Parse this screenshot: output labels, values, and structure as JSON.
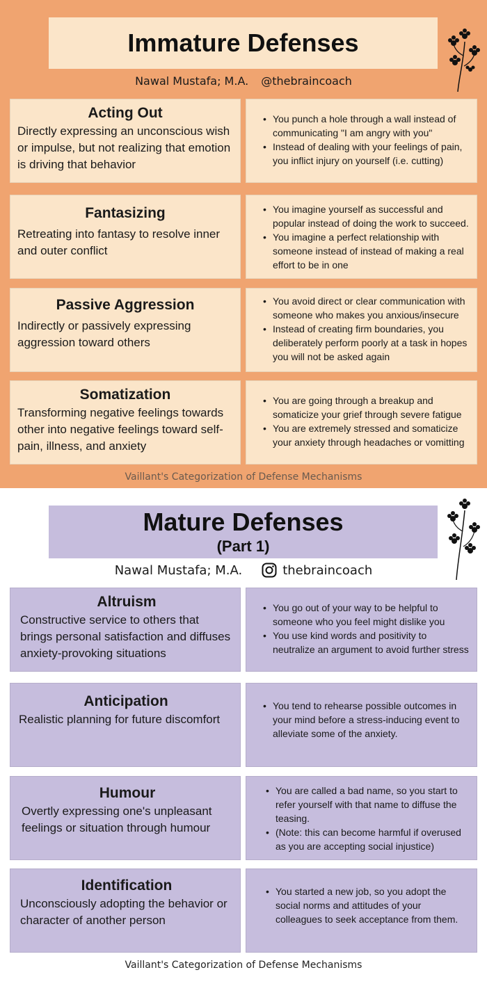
{
  "immature": {
    "title": "Immature Defenses",
    "author": "Nawal Mustafa; M.A.",
    "handle": "@thebraincoach",
    "footer": "Vaillant's Categorization of Defense Mechanisms",
    "bg_color": "#f0a470",
    "card_color": "#fbe5c9",
    "items": [
      {
        "name": "Acting Out",
        "description": "Directly expressing an unconscious wish or impulse, but not realizing that emotion is driving that behavior",
        "examples": [
          "You punch a hole through a wall instead of communicating \"I am angry with you\"",
          "Instead of dealing with your feelings of pain, you inflict injury on yourself (i.e. cutting)"
        ]
      },
      {
        "name": "Fantasizing",
        "description": "Retreating into fantasy to resolve inner and outer conflict",
        "examples": [
          "You imagine yourself as successful and popular instead of doing the work to succeed.",
          "You imagine a perfect relationship with someone instead of instead of making a real effort to be in one"
        ]
      },
      {
        "name": "Passive Aggression",
        "description": "Indirectly or passively expressing aggression toward others",
        "examples": [
          "You avoid direct or clear communication with someone who makes you anxious/insecure",
          "Instead of creating firm boundaries, you deliberately perform poorly at a task in hopes you will not be asked again"
        ]
      },
      {
        "name": "Somatization",
        "description": "Transforming negative feelings towards other into negative feelings toward self-pain, illness, and anxiety",
        "examples": [
          "You are going through a breakup and somaticize your grief through severe fatigue",
          "You are extremely stressed and somaticize your anxiety through headaches or vomitting"
        ]
      }
    ]
  },
  "mature": {
    "title": "Mature Defenses",
    "subtitle": "(Part 1)",
    "author": "Nawal Mustafa; M.A.",
    "handle": "thebraincoach",
    "footer": "Vaillant's Categorization of Defense Mechanisms",
    "card_color": "#c6bddd",
    "items": [
      {
        "name": "Altruism",
        "description": "Constructive service to others that brings personal satisfaction and diffuses anxiety-provoking situations",
        "examples": [
          "You go out of your way to be helpful to someone who you feel might dislike you",
          "You use kind words and positivity to neutralize an argument to avoid further stress"
        ]
      },
      {
        "name": "Anticipation",
        "description": "Realistic planning for future discomfort",
        "examples": [
          "You tend to rehearse possible outcomes in your mind before a stress-inducing event to alleviate some of the anxiety."
        ]
      },
      {
        "name": "Humour",
        "description": "Overtly expressing one's unpleasant feelings or situation through humour",
        "examples": [
          "You are called a bad name, so you start to refer yourself with that name to diffuse the teasing.",
          "(Note: this can become harmful if overused as you are accepting social injustice)"
        ]
      },
      {
        "name": "Identification",
        "description": "Unconsciously adopting the behavior or character of another person",
        "examples": [
          "You started a new job, so you adopt the social norms and attitudes of your colleagues to seek acceptance from them."
        ]
      }
    ]
  }
}
